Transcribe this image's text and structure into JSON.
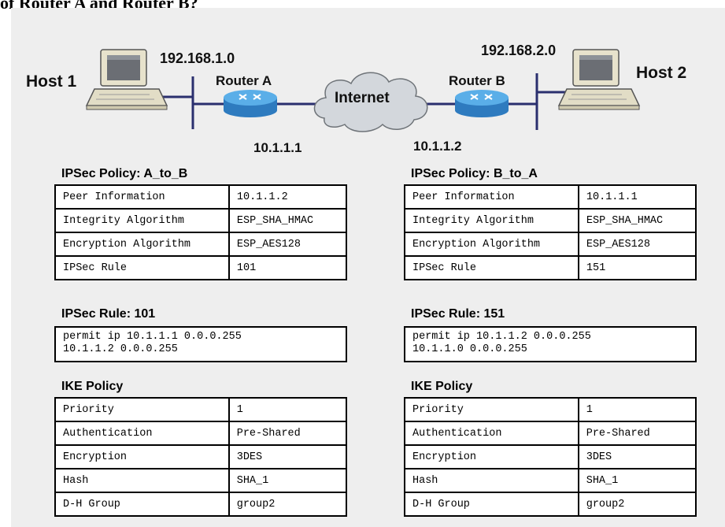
{
  "heading": "of Router A and Router B?",
  "topology": {
    "host1": "Host 1",
    "host2": "Host 2",
    "network_left": "192.168.1.0",
    "network_right": "192.168.2.0",
    "router_a": "Router A",
    "router_b": "Router B",
    "cloud": "Internet",
    "ip_a": "10.1.1.1",
    "ip_b": "10.1.1.2"
  },
  "left": {
    "ipsec_policy": {
      "title": "IPSec Policy: A_to_B",
      "rows": [
        {
          "k": "Peer Information",
          "v": "10.1.1.2"
        },
        {
          "k": "Integrity Algorithm",
          "v": "ESP_SHA_HMAC"
        },
        {
          "k": "Encryption Algorithm",
          "v": "ESP_AES128"
        },
        {
          "k": "IPSec Rule",
          "v": "101"
        }
      ]
    },
    "ipsec_rule": {
      "title": "IPSec Rule: 101",
      "line1": "permit ip 10.1.1.1 0.0.0.255",
      "line2": "10.1.1.2 0.0.0.255"
    },
    "ike_policy": {
      "title": "IKE Policy",
      "rows": [
        {
          "k": "Priority",
          "v": "1"
        },
        {
          "k": "Authentication",
          "v": "Pre-Shared"
        },
        {
          "k": "Encryption",
          "v": "3DES"
        },
        {
          "k": "Hash",
          "v": "SHA_1"
        },
        {
          "k": "D-H Group",
          "v": "group2"
        }
      ]
    }
  },
  "right": {
    "ipsec_policy": {
      "title": "IPSec Policy: B_to_A",
      "rows": [
        {
          "k": "Peer Information",
          "v": "10.1.1.1"
        },
        {
          "k": "Integrity Algorithm",
          "v": "ESP_SHA_HMAC"
        },
        {
          "k": "Encryption Algorithm",
          "v": "ESP_AES128"
        },
        {
          "k": "IPSec Rule",
          "v": "151"
        }
      ]
    },
    "ipsec_rule": {
      "title": "IPSec Rule: 151",
      "line1": "permit ip 10.1.1.2 0.0.0.255",
      "line2": "10.1.1.0 0.0.0.255"
    },
    "ike_policy": {
      "title": "IKE Policy",
      "rows": [
        {
          "k": "Priority",
          "v": "1"
        },
        {
          "k": "Authentication",
          "v": "Pre-Shared"
        },
        {
          "k": "Encryption",
          "v": "3DES"
        },
        {
          "k": "Hash",
          "v": "SHA_1"
        },
        {
          "k": "D-H Group",
          "v": "group2"
        }
      ]
    }
  },
  "colors": {
    "panel": "#eeeeee",
    "link": "#2a2f6e",
    "router": "#3a8fd0",
    "cloud": "#d3d7dc"
  }
}
